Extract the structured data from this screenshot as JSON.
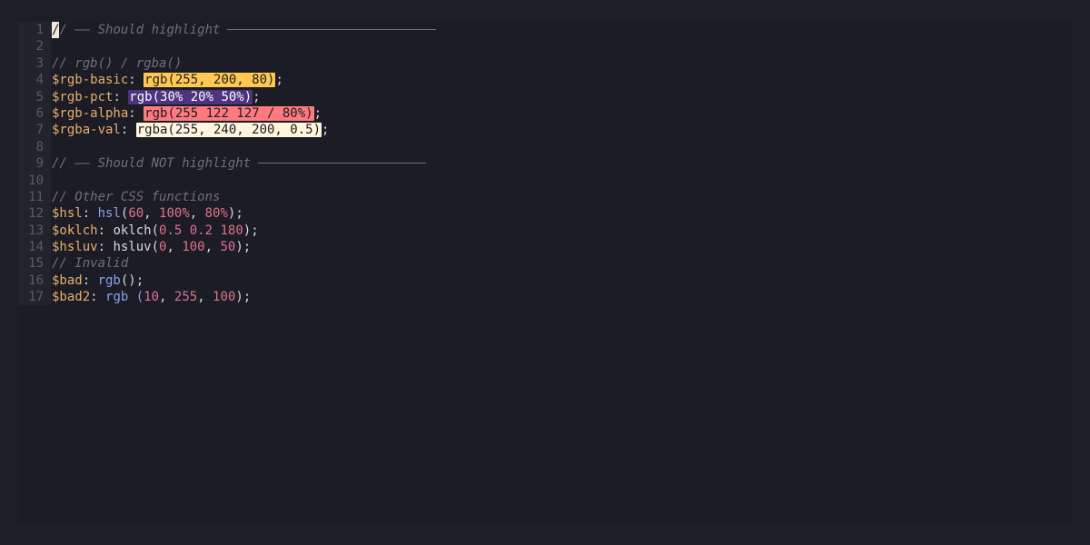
{
  "editor": {
    "lines": [
      {
        "n": "1",
        "kind": "comment-rule",
        "cursor": "/",
        "text": "/ —— Should highlight"
      },
      {
        "n": "2",
        "kind": "empty"
      },
      {
        "n": "3",
        "kind": "comment",
        "text": "// rgb() / rgba()"
      },
      {
        "n": "4",
        "kind": "hl",
        "var": "$rgb-basic",
        "sep": ": ",
        "value": "rgb(255, 200, 80)",
        "end": ";",
        "bg": "#ffc850",
        "fg": "#1c1c26"
      },
      {
        "n": "5",
        "kind": "hl",
        "var": "$rgb-pct",
        "sep": ": ",
        "value": "rgb(30% 20% 50%)",
        "end": ";",
        "bg": "#4d3380",
        "fg": "#ffffff"
      },
      {
        "n": "6",
        "kind": "hl",
        "var": "$rgb-alpha",
        "sep": ": ",
        "value": "rgb(255 122 127 / 80%)",
        "end": ";",
        "bg": "#ff7a7f",
        "fg": "#1c1c26"
      },
      {
        "n": "7",
        "kind": "hl",
        "var": "$rgba-val",
        "sep": ": ",
        "value": "rgba(255, 240, 200, 0.5)",
        "end": ";",
        "bg": "#fff4dc",
        "fg": "#1c1c26"
      },
      {
        "n": "8",
        "kind": "empty"
      },
      {
        "n": "9",
        "kind": "comment-rule",
        "text": "// —— Should NOT highlight"
      },
      {
        "n": "10",
        "kind": "empty"
      },
      {
        "n": "11",
        "kind": "comment",
        "text": "// Other CSS functions"
      },
      {
        "n": "12",
        "kind": "fn",
        "var": "$hsl",
        "sep": ": ",
        "fname": "hsl",
        "fclass": "fn",
        "args": [
          {
            "t": "(",
            "c": "punc"
          },
          {
            "t": "60",
            "c": "num"
          },
          {
            "t": ", ",
            "c": "punc"
          },
          {
            "t": "100%",
            "c": "num"
          },
          {
            "t": ", ",
            "c": "punc"
          },
          {
            "t": "80%",
            "c": "num"
          },
          {
            "t": ");",
            "c": "punc"
          }
        ]
      },
      {
        "n": "13",
        "kind": "fn",
        "var": "$oklch",
        "sep": ": ",
        "fname": "oklch",
        "fclass": "fnplain",
        "args": [
          {
            "t": "(",
            "c": "punc"
          },
          {
            "t": "0.5",
            "c": "num"
          },
          {
            "t": " ",
            "c": "punc"
          },
          {
            "t": "0.2",
            "c": "num"
          },
          {
            "t": " ",
            "c": "punc"
          },
          {
            "t": "180",
            "c": "num"
          },
          {
            "t": ");",
            "c": "punc"
          }
        ]
      },
      {
        "n": "14",
        "kind": "fn",
        "var": "$hsluv",
        "sep": ": ",
        "fname": "hsluv",
        "fclass": "fnplain",
        "args": [
          {
            "t": "(",
            "c": "punc"
          },
          {
            "t": "0",
            "c": "num"
          },
          {
            "t": ", ",
            "c": "punc"
          },
          {
            "t": "100",
            "c": "num"
          },
          {
            "t": ", ",
            "c": "punc"
          },
          {
            "t": "50",
            "c": "num"
          },
          {
            "t": ");",
            "c": "punc"
          }
        ]
      },
      {
        "n": "15",
        "kind": "comment",
        "text": "// Invalid"
      },
      {
        "n": "16",
        "kind": "fn",
        "var": "$bad",
        "sep": ": ",
        "fname": "rgb",
        "fclass": "fn",
        "args": [
          {
            "t": "();",
            "c": "punc"
          }
        ]
      },
      {
        "n": "17",
        "kind": "fn",
        "var": "$bad2",
        "sep": ": ",
        "fname": "rgb",
        "fclass": "fn",
        "args": [
          {
            "t": " (",
            "c": "fn"
          },
          {
            "t": "10",
            "c": "num"
          },
          {
            "t": ", ",
            "c": "punc"
          },
          {
            "t": "255",
            "c": "num"
          },
          {
            "t": ", ",
            "c": "punc"
          },
          {
            "t": "100",
            "c": "num"
          },
          {
            "t": ");",
            "c": "punc"
          }
        ]
      }
    ]
  },
  "colors": {
    "background": "#1e1e28",
    "comment": "#6e6e80",
    "variable": "#e8b06a",
    "function": "#86a5e8",
    "number": "#e0728a",
    "line_number": "#5a5a6e"
  }
}
